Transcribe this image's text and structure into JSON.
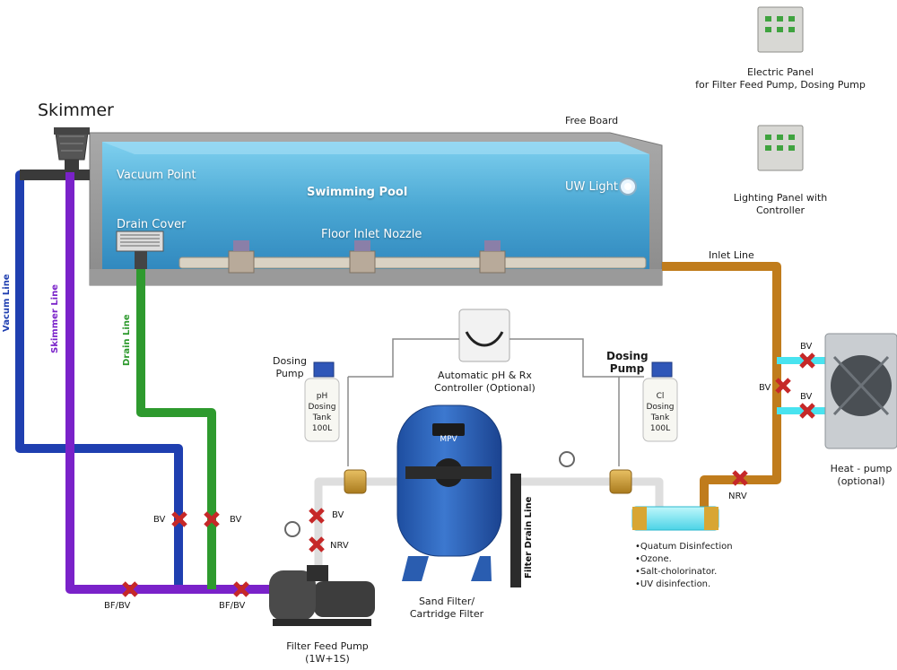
{
  "labels": {
    "skimmer": "Skimmer",
    "free_board": "Free Board",
    "vacuum_point": "Vacuum Point",
    "swimming_pool": "Swimming Pool",
    "uw_light": "UW Light",
    "drain_cover": "Drain Cover",
    "floor_inlet_nozzle": "Floor Inlet Nozzle",
    "inlet_line": "Inlet Line",
    "vacuum_line": "Vacum Line",
    "skimmer_line": "Skimmer Line",
    "drain_line": "Drain Line",
    "filter_drain_line": "Filter Drain Line",
    "electric_panel": [
      "Electric Panel",
      "for Filter Feed Pump, Dosing Pump"
    ],
    "lighting_panel": [
      "Lighting Panel with",
      "Controller"
    ],
    "controller": [
      "Automatic pH & Rx",
      "Controller (Optional)"
    ],
    "dosing_pump_left": [
      "Dosing",
      "Pump"
    ],
    "dosing_pump_right": [
      "Dosing",
      "Pump"
    ],
    "ph_tank": [
      "pH",
      "Dosing",
      "Tank",
      "100L"
    ],
    "cl_tank": [
      "Cl",
      "Dosing",
      "Tank",
      "100L"
    ],
    "sand_filter": [
      "Sand Filter/",
      "Cartridge Filter"
    ],
    "filter_feed_pump": [
      "Filter Feed Pump",
      "(1W+1S)"
    ],
    "heat_pump": [
      "Heat - pump",
      "(optional)"
    ],
    "treatment": [
      "Quatum Disinfection",
      "Ozone.",
      "Salt-cholorinator.",
      "UV disinfection."
    ],
    "bv": "BV",
    "nrv": "NRV",
    "bfbv": "BF/BV",
    "mpv": "MPV"
  },
  "colors": {
    "vacuum_line": "#1f3fb0",
    "skimmer_line": "#7a22c9",
    "drain_line": "#2e9a2e",
    "inlet_line": "#c07c1c",
    "pool_water": "#4aa7d3",
    "filter_body": "#2f63b7",
    "valve_red": "#c62828",
    "pipe_cyan": "#49e3ef"
  }
}
